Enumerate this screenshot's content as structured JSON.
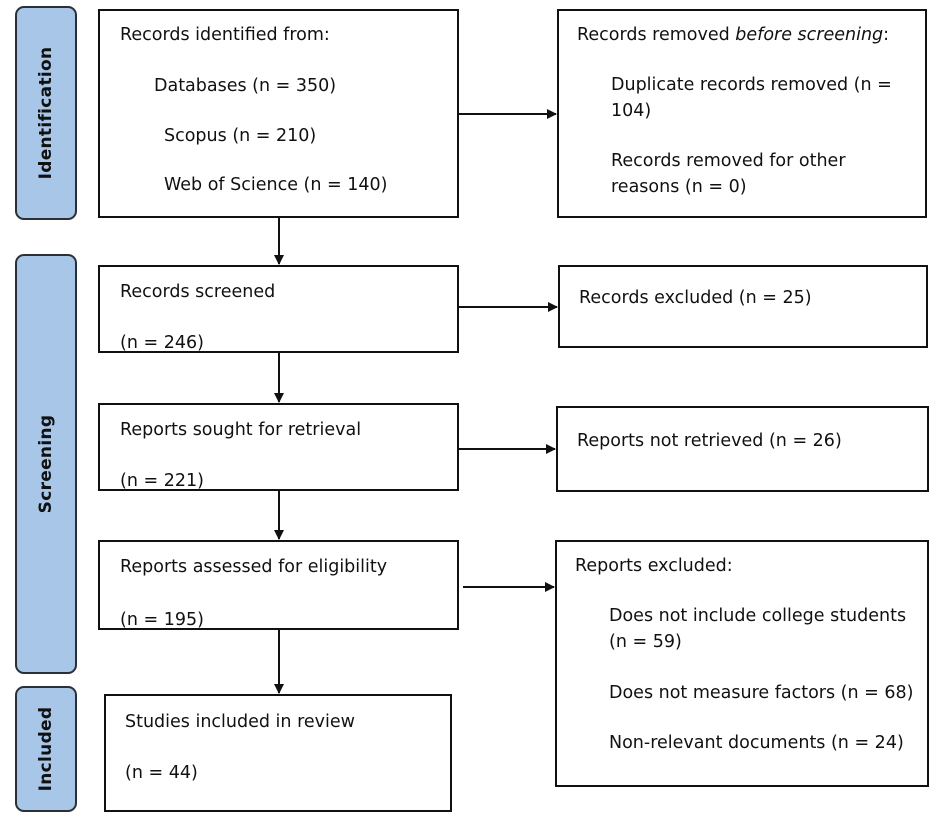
{
  "phases": {
    "identification": "Identification",
    "screening": "Screening",
    "included": "Included"
  },
  "identified": {
    "heading": "Records identified from:",
    "databases": "Databases (n = 350)",
    "scopus": "Scopus (n = 210)",
    "wos": "Web of Science (n = 140)"
  },
  "removed": {
    "heading_prefix": "Records removed ",
    "heading_em": "before screening",
    "heading_suffix": ":",
    "duplicates_line1": "Duplicate records removed (n =",
    "duplicates_line2": "104)",
    "other_line1": "Records removed for other",
    "other_line2": "reasons (n = 0)"
  },
  "screened": {
    "label": "Records screened",
    "count": "(n = 246)"
  },
  "excluded_records": {
    "label": "Records excluded (n = 25)"
  },
  "sought": {
    "label": "Reports sought for retrieval",
    "count": "(n = 221)"
  },
  "not_retrieved": {
    "label": "Reports not retrieved (n = 26)"
  },
  "assessed": {
    "label": "Reports assessed for eligibility",
    "count": "(n = 195)"
  },
  "reports_excluded": {
    "heading": "Reports excluded:",
    "reason1_line1": "Does not include college students",
    "reason1_line2": "(n = 59)",
    "reason2": "Does not measure factors (n = 68)",
    "reason3": "Non-relevant documents (n = 24)"
  },
  "included": {
    "label": "Studies included in review",
    "count": "(n = 44)"
  }
}
